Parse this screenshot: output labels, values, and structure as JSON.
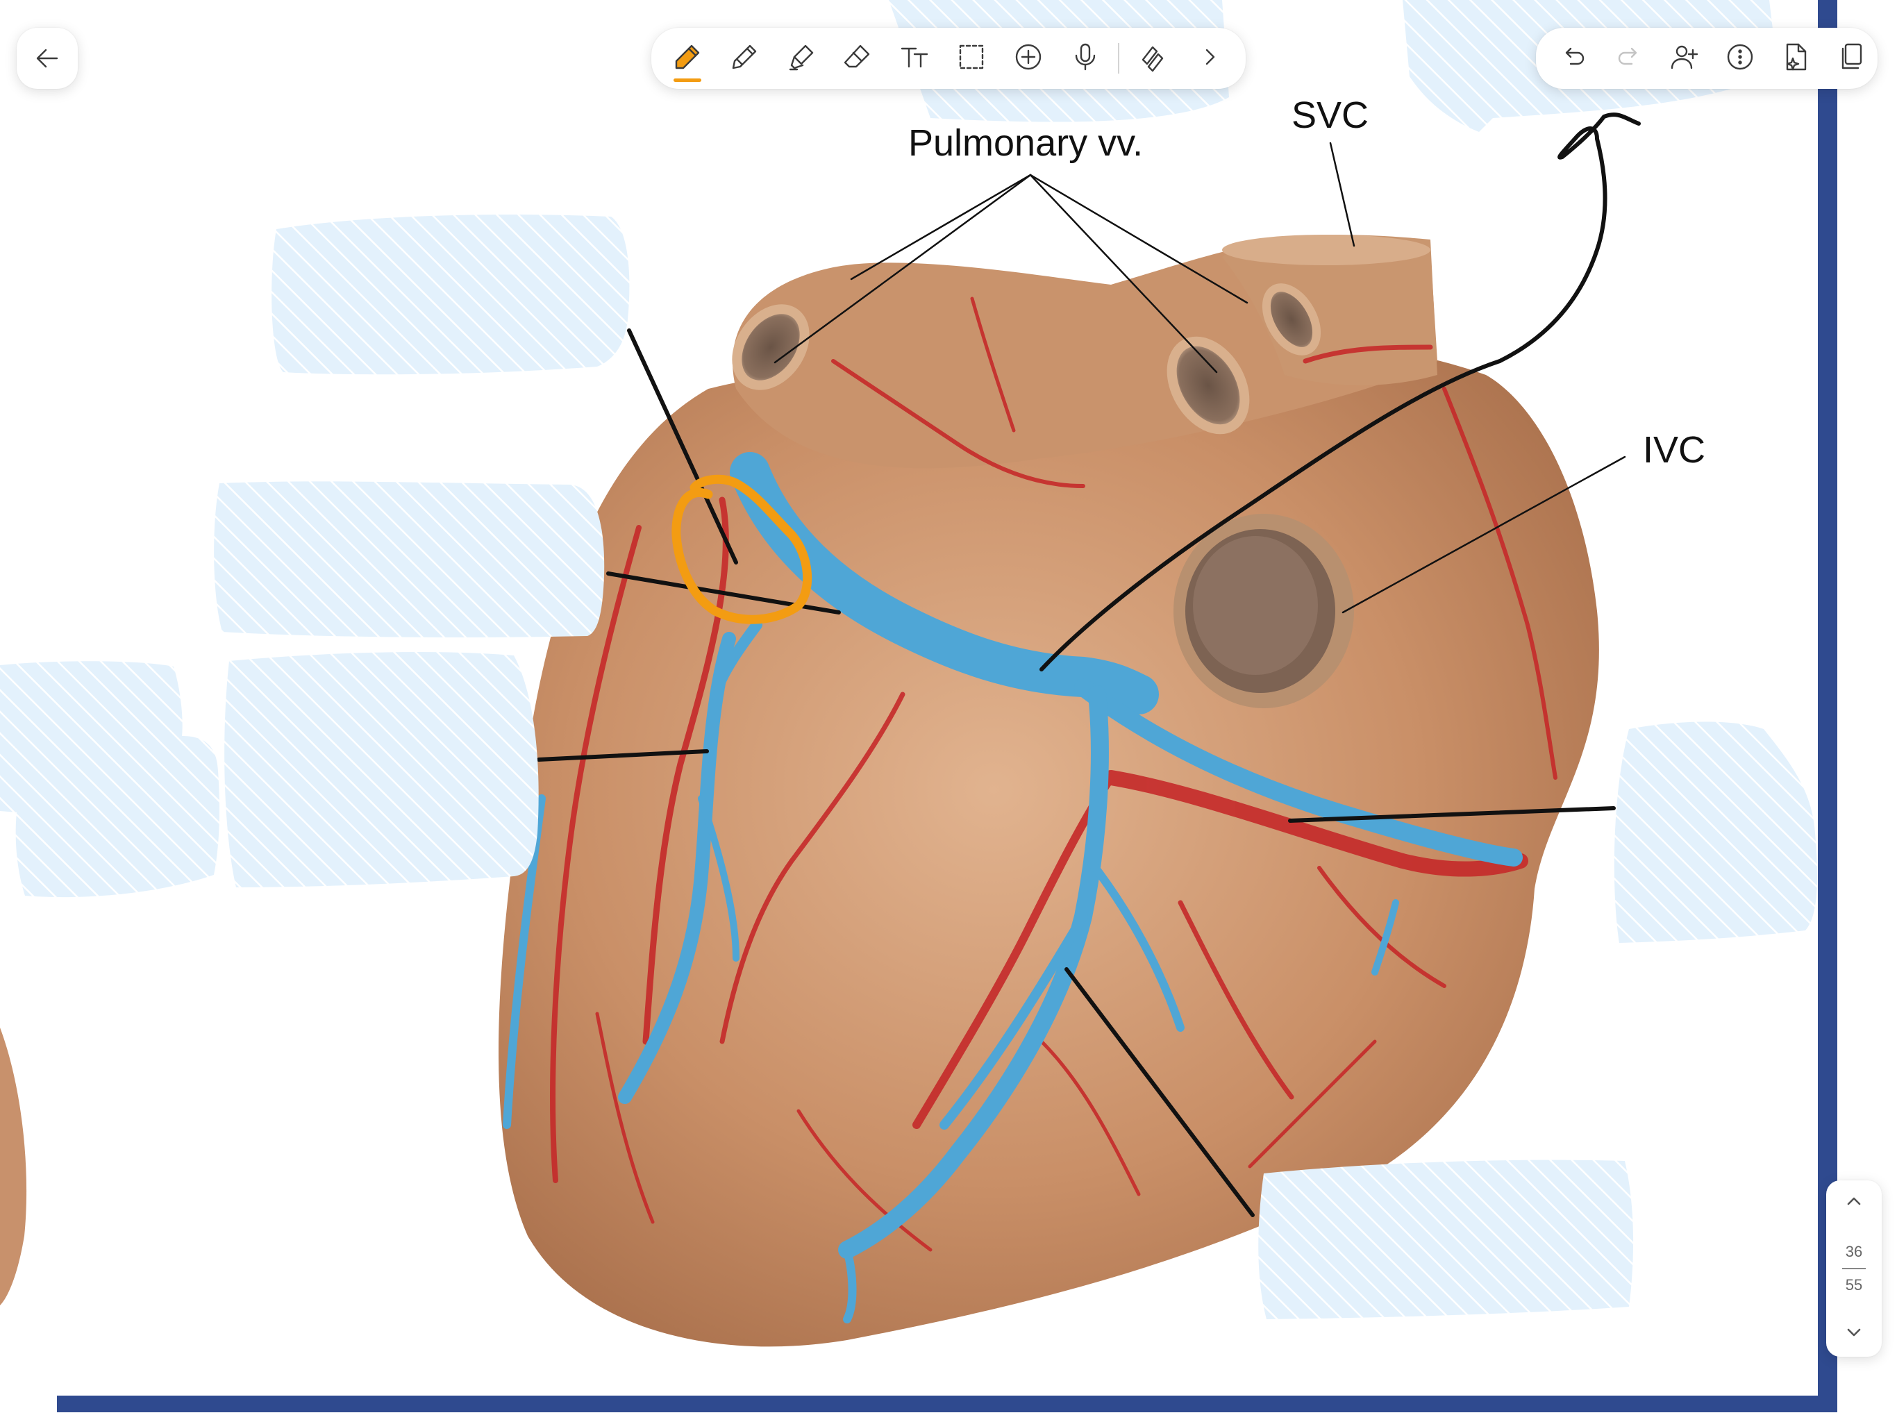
{
  "toolbar": {
    "back": {
      "icon": "arrow-left-icon"
    },
    "tools": [
      {
        "name": "pen",
        "icon": "pen-icon",
        "active": true
      },
      {
        "name": "pencil",
        "icon": "pencil-icon"
      },
      {
        "name": "highlighter",
        "icon": "highlighter-icon"
      },
      {
        "name": "eraser",
        "icon": "eraser-icon"
      },
      {
        "name": "text",
        "icon": "text-tool-icon"
      },
      {
        "name": "lasso",
        "icon": "lasso-select-icon"
      },
      {
        "name": "add",
        "icon": "plus-circle-icon"
      },
      {
        "name": "record",
        "icon": "microphone-icon"
      },
      {
        "name": "shapes",
        "icon": "shape-tool-icon"
      },
      {
        "name": "more",
        "icon": "chevron-right-icon"
      }
    ],
    "actions": [
      {
        "name": "undo",
        "icon": "undo-icon"
      },
      {
        "name": "redo",
        "icon": "redo-icon",
        "disabled": true
      },
      {
        "name": "share",
        "icon": "add-person-icon"
      },
      {
        "name": "info",
        "icon": "more-vertical-icon"
      },
      {
        "name": "export",
        "icon": "page-sparkle-icon"
      },
      {
        "name": "pages",
        "icon": "pages-icon"
      }
    ]
  },
  "labels": {
    "pulmonary": "Pulmonary vv.",
    "svc": "SVC",
    "ivc": "IVC"
  },
  "pagination": {
    "current": "36",
    "total": "55"
  },
  "colors": {
    "accent_orange": "#f39c12",
    "mask_fill": "#e3f1fc",
    "frame_blue": "#2f4a8f",
    "heart_tan": "#c8916c",
    "vein_blue": "#4fa6d6",
    "artery_red": "#c52a2a"
  }
}
